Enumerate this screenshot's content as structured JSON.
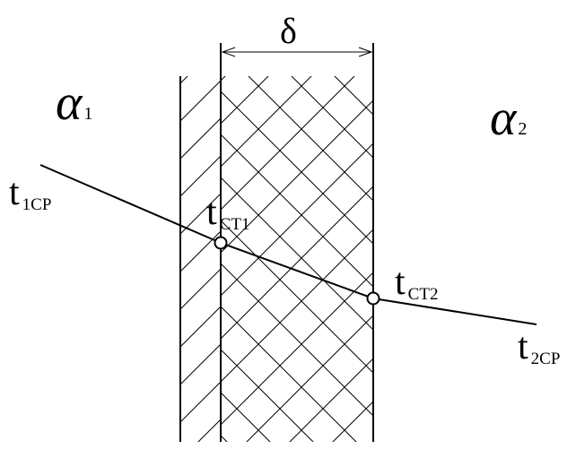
{
  "labels": {
    "delta": "δ",
    "alpha1": {
      "symbol": "α",
      "sub": "1"
    },
    "alpha2": {
      "symbol": "α",
      "sub": "2"
    },
    "t1cp": {
      "main": "t",
      "sub": "1CP"
    },
    "tct1": {
      "main": "t",
      "sub": "CT1"
    },
    "tct2": {
      "main": "t",
      "sub": "CT2"
    },
    "t2cp": {
      "main": "t",
      "sub": "2CP"
    }
  },
  "colors": {
    "stroke": "#000000",
    "background": "#ffffff"
  }
}
